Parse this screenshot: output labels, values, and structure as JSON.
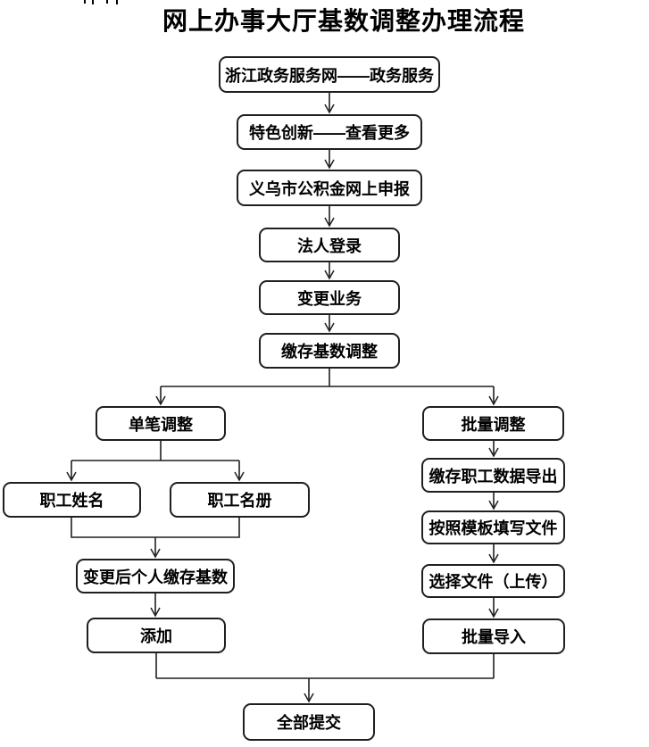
{
  "title": "网上办事大厅基数调整办理流程",
  "colors": {
    "box_border": "#1f1f1f",
    "connector": "#1f1f1f",
    "background": "#ffffff",
    "text": "#000000"
  },
  "flow": {
    "nodes": {
      "portal": "浙江政务服务网——政务服务",
      "feature": "特色创新——查看更多",
      "yiwu": "义乌市公积金网上申报",
      "login": "法人登录",
      "change": "变更业务",
      "base_adjust": "缴存基数调整",
      "single": "单笔调整",
      "batch": "批量调整",
      "emp_name": "职工姓名",
      "emp_roster": "职工名册",
      "new_base": "变更后个人缴存基数",
      "add": "添加",
      "export": "缴存职工数据导出",
      "fill": "按照模板填写文件",
      "select_file": "选择文件（上传）",
      "batch_import": "批量导入",
      "submit": "全部提交"
    },
    "edges": [
      {
        "from": "portal",
        "to": "feature"
      },
      {
        "from": "feature",
        "to": "yiwu"
      },
      {
        "from": "yiwu",
        "to": "login"
      },
      {
        "from": "login",
        "to": "change"
      },
      {
        "from": "change",
        "to": "base_adjust"
      },
      {
        "from": "base_adjust",
        "to": "single"
      },
      {
        "from": "base_adjust",
        "to": "batch"
      },
      {
        "from": "single",
        "to": "emp_name"
      },
      {
        "from": "single",
        "to": "emp_roster"
      },
      {
        "from": "emp_name",
        "to": "new_base"
      },
      {
        "from": "emp_roster",
        "to": "new_base"
      },
      {
        "from": "new_base",
        "to": "add"
      },
      {
        "from": "batch",
        "to": "export"
      },
      {
        "from": "export",
        "to": "fill"
      },
      {
        "from": "fill",
        "to": "select_file"
      },
      {
        "from": "select_file",
        "to": "batch_import"
      },
      {
        "from": "add",
        "to": "submit"
      },
      {
        "from": "batch_import",
        "to": "submit"
      }
    ]
  }
}
